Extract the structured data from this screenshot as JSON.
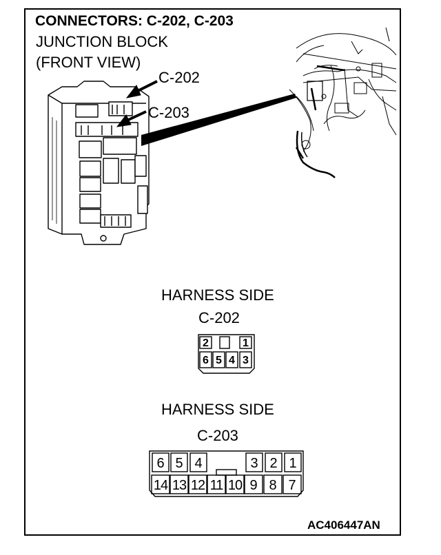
{
  "title": "CONNECTORS: C-202, C-203",
  "subtitle_line1": "JUNCTION BLOCK",
  "subtitle_line2": "(FRONT VIEW)",
  "callouts": {
    "c202": "C-202",
    "c203": "C-203"
  },
  "connector_c202": {
    "caption": "HARNESS SIDE",
    "name": "C-202",
    "top_row": [
      "2",
      "1"
    ],
    "bottom_row": [
      "6",
      "5",
      "4",
      "3"
    ]
  },
  "connector_c203": {
    "caption": "HARNESS SIDE",
    "name": "C-203",
    "top_row": [
      "6",
      "5",
      "4",
      "3",
      "2",
      "1"
    ],
    "bottom_row": [
      "14",
      "13",
      "12",
      "11",
      "10",
      "9",
      "8",
      "7"
    ]
  },
  "figure_code": "AC406447AN"
}
